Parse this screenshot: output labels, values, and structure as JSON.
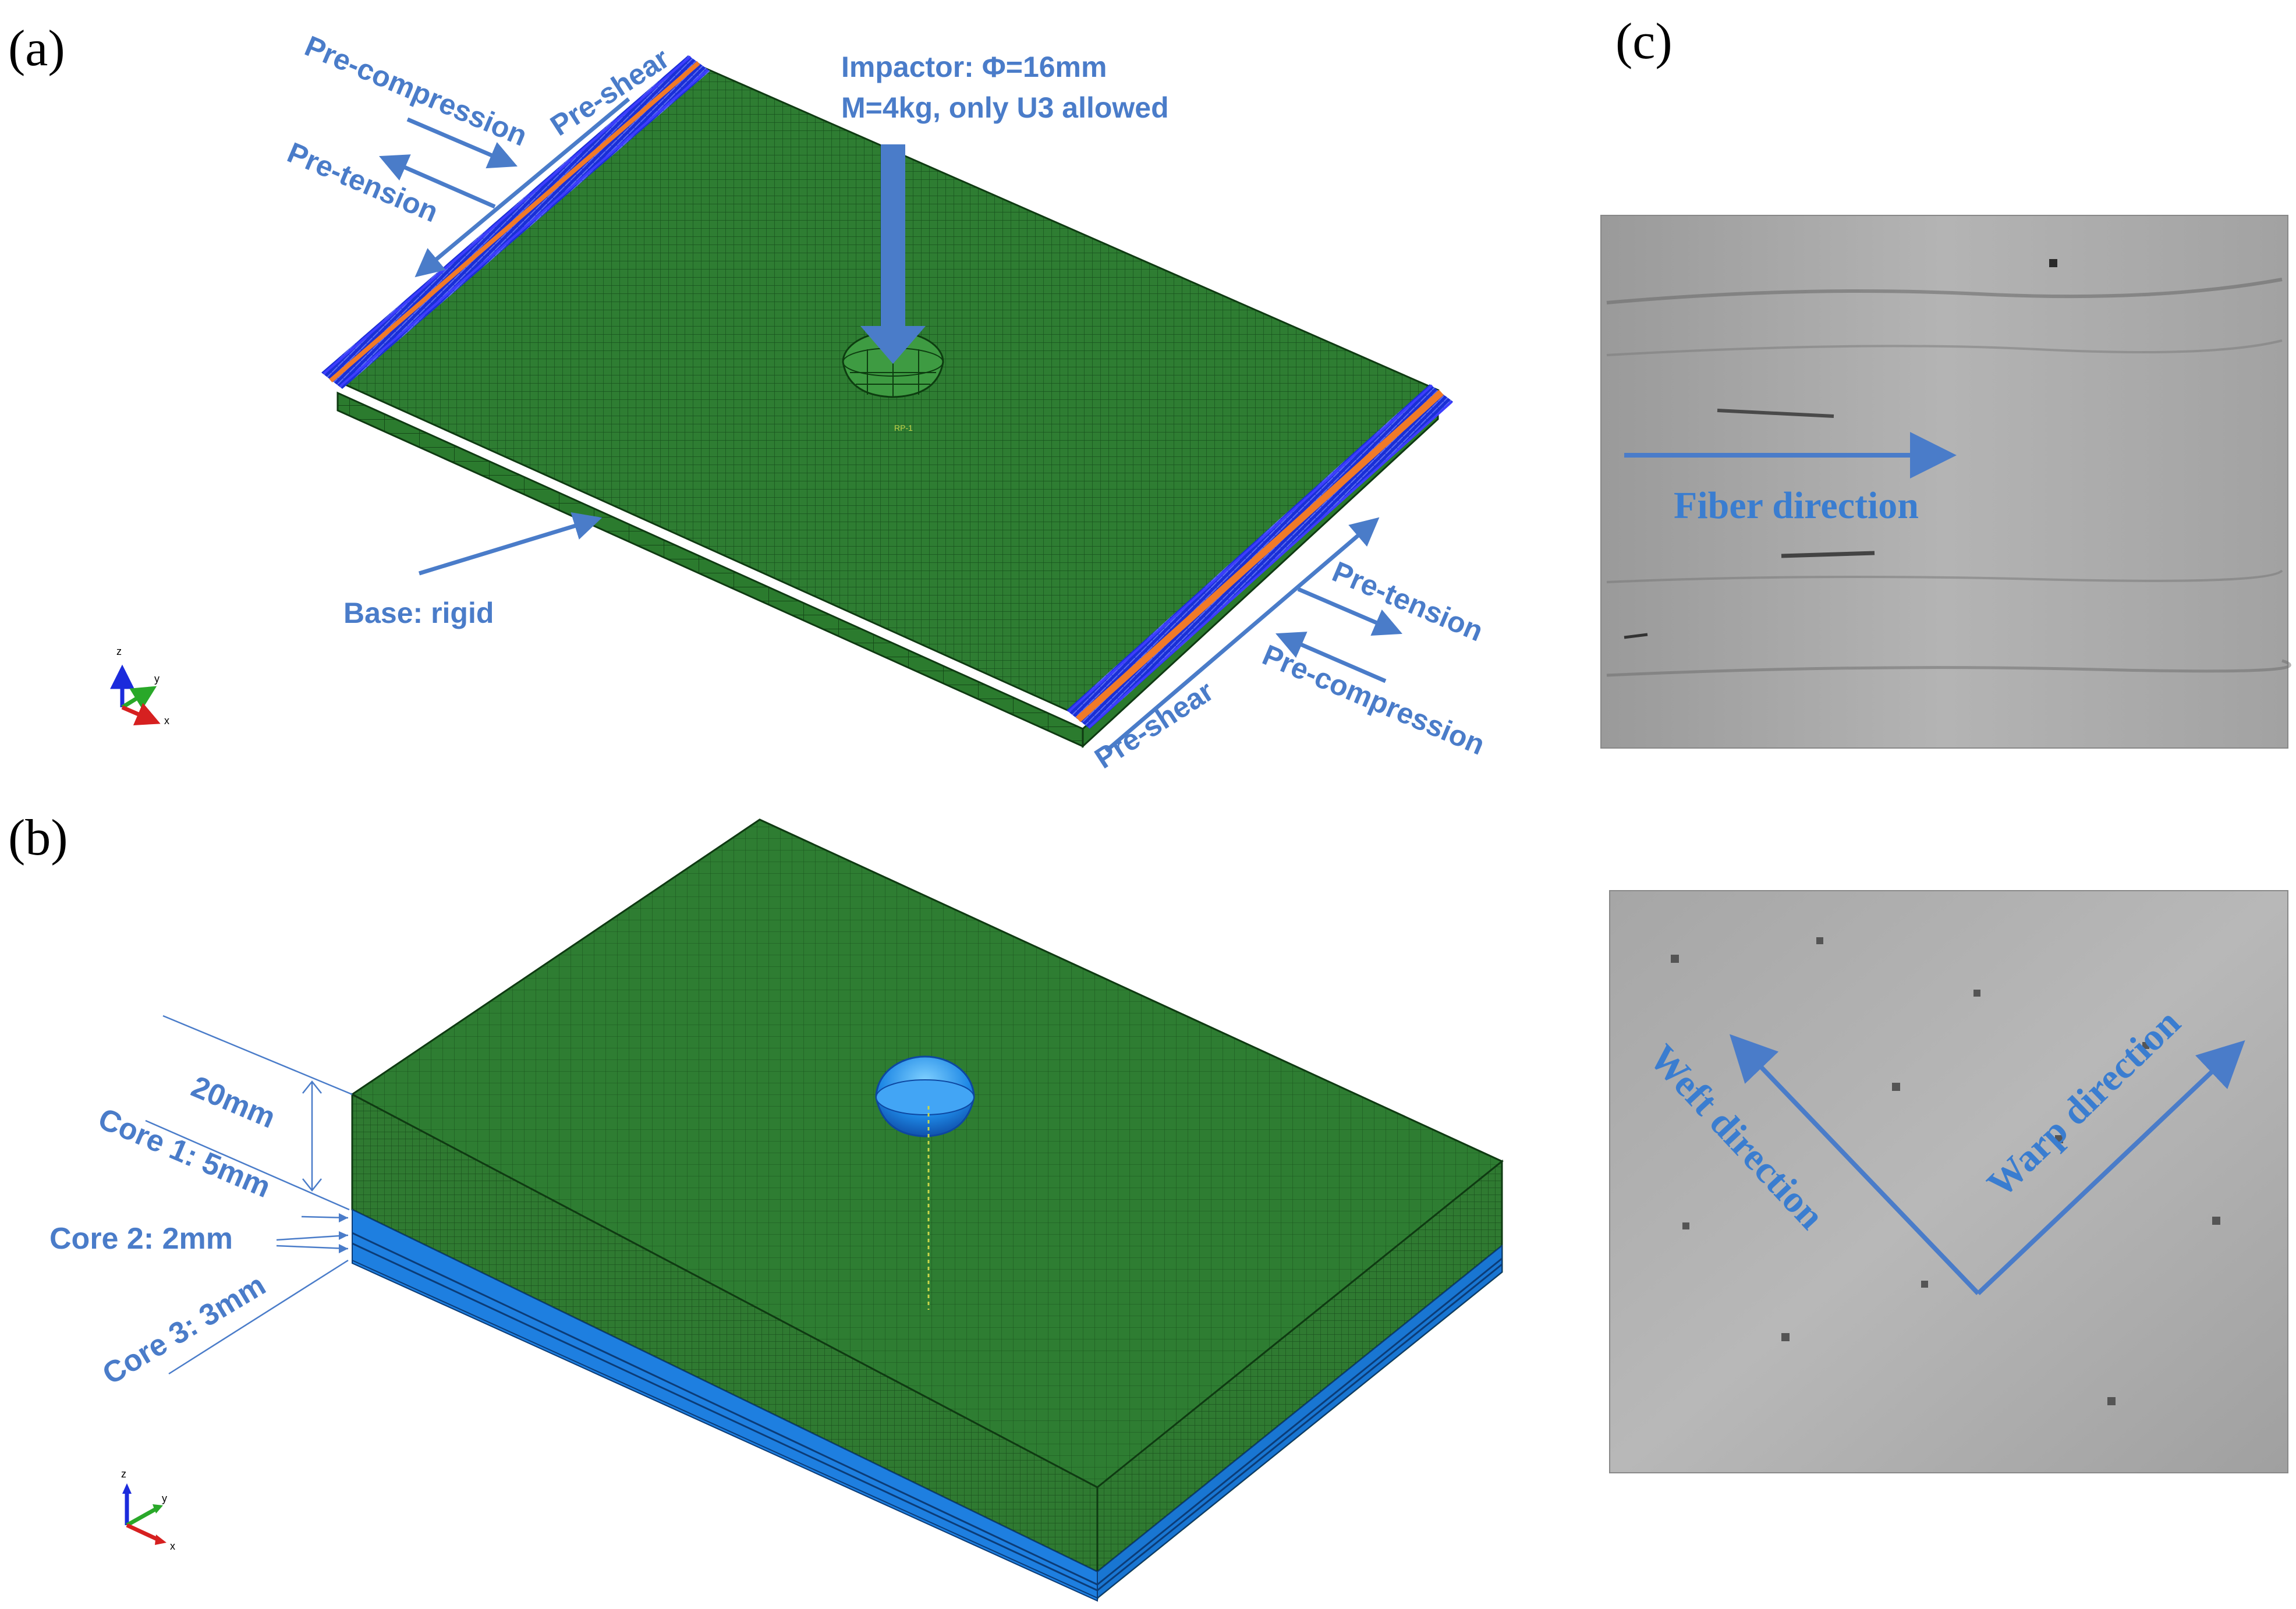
{
  "panels": {
    "a": {
      "label": "(a)",
      "annotations": {
        "impactor_line1": "Impactor: Φ=16mm",
        "impactor_line2": "M=4kg, only U3 allowed",
        "base": "Base: rigid",
        "left_pre_compression": "Pre-compression",
        "left_pre_shear": "Pre-shear",
        "left_pre_tension": "Pre-tension",
        "right_pre_tension": "Pre-tension",
        "right_pre_compression": "Pre-compression",
        "right_pre_shear": "Pre-shear"
      },
      "axis_triad": {
        "z": "z",
        "y": "y",
        "x": "x"
      }
    },
    "b": {
      "label": "(b)",
      "annotations": {
        "thickness_top": "20mm",
        "core1": "Core 1: 5mm",
        "core2": "Core 2: 2mm",
        "core3": "Core 3: 3mm"
      },
      "axis_triad": {
        "z": "z",
        "y": "y",
        "x": "x"
      }
    },
    "c": {
      "label": "(c)",
      "top_image": {
        "annotation": "Fiber direction"
      },
      "bottom_image": {
        "weft": "Weft direction",
        "warp": "Warp direction"
      }
    }
  },
  "colors": {
    "mesh_green": "#2e7d32",
    "core_blue": "#1e7fe0",
    "annotation_blue": "#4a7cc9",
    "boundary_blue": "#1a2fd6",
    "boundary_orange": "#f07a28",
    "micro_gray": "#a9a9a9"
  }
}
